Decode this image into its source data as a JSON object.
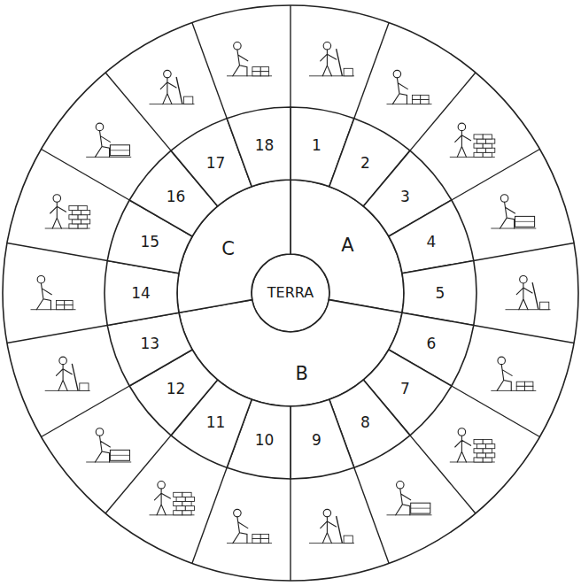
{
  "diagram": {
    "nodes": [
      {
        "text": [
          "TERRA"
        ]
      },
      {
        "text": [
          "A"
        ]
      },
      {
        "text": [
          "B"
        ]
      },
      {
        "text": [
          "C"
        ]
      },
      {
        "text": [
          "1"
        ]
      },
      {
        "text": [
          "2"
        ]
      },
      {
        "text": [
          "3"
        ]
      },
      {
        "text": [
          "4"
        ]
      },
      {
        "text": [
          "5"
        ]
      },
      {
        "text": [
          "6"
        ]
      },
      {
        "text": [
          "7"
        ]
      },
      {
        "text": [
          "8"
        ]
      },
      {
        "text": [
          "9"
        ]
      },
      {
        "text": [
          "10"
        ]
      },
      {
        "text": [
          "11"
        ]
      },
      {
        "text": [
          "12"
        ]
      },
      {
        "text": [
          "13"
        ]
      },
      {
        "text": [
          "14"
        ]
      },
      {
        "text": [
          "15"
        ]
      },
      {
        "text": [
          "16"
        ]
      },
      {
        "text": [
          "17"
        ]
      },
      {
        "text": [
          "18"
        ]
      }
    ]
  }
}
